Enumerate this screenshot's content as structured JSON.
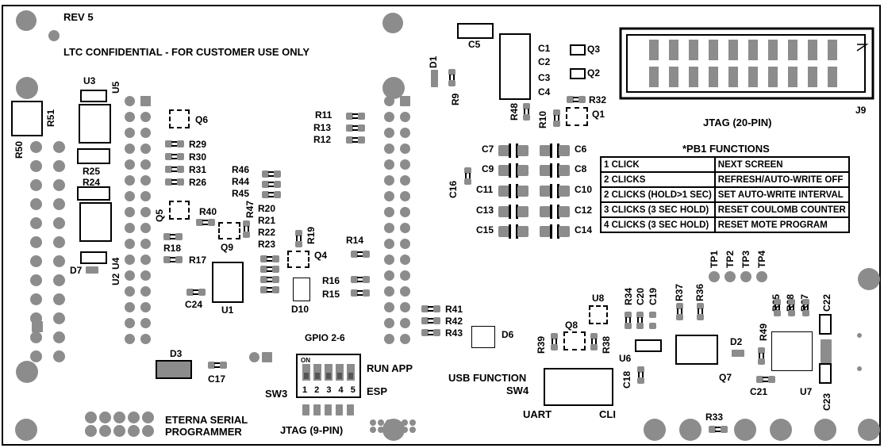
{
  "board": {
    "rev": "REV 5",
    "confidential": "LTC CONFIDENTIAL - FOR CUSTOMER USE ONLY"
  },
  "labels": {
    "u3": "U3",
    "u5": "U5",
    "r51": "R51",
    "r50": "R50",
    "r25": "R25",
    "r24": "R24",
    "u4": "U4",
    "u2": "U2",
    "d7": "D7",
    "q6": "Q6",
    "r29": "R29",
    "r30": "R30",
    "r31": "R31",
    "r26": "R26",
    "q5": "Q5",
    "r40": "R40",
    "r47": "R47",
    "q9": "Q9",
    "r18": "R18",
    "r17": "R17",
    "c24": "C24",
    "u1": "U1",
    "d3": "D3",
    "c17": "C17",
    "r46": "R46",
    "r44": "R44",
    "r45": "R45",
    "r20": "R20",
    "r21": "R21",
    "r22": "R22",
    "r23": "R23",
    "r19": "R19",
    "q4": "Q4",
    "d10": "D10",
    "r11": "R11",
    "r13": "R13",
    "r12": "R12",
    "r14": "R14",
    "r16": "R16",
    "r15": "R15",
    "c5": "C5",
    "d1": "D1",
    "r9": "R9",
    "c1": "C1",
    "c2": "C2",
    "c3": "C3",
    "c4": "C4",
    "q3": "Q3",
    "q2": "Q2",
    "r32": "R32",
    "q1": "Q1",
    "r48": "R48",
    "r10": "R10",
    "j9": "J9",
    "jtag20": "JTAG (20-PIN)",
    "c7": "C7",
    "c6": "C6",
    "c9": "C9",
    "c8": "C8",
    "c16": "C16",
    "c11": "C11",
    "c10": "C10",
    "c13": "C13",
    "c12": "C12",
    "c15": "C15",
    "c14": "C14",
    "r41": "R41",
    "r42": "R42",
    "r43": "R43",
    "d6": "D6",
    "u8": "U8",
    "q8": "Q8",
    "r39": "R39",
    "r38": "R38",
    "r34": "R34",
    "c20": "C20",
    "c19": "C19",
    "r37": "R37",
    "r36": "R36",
    "u6": "U6",
    "c18": "C18",
    "q7": "Q7",
    "d2": "D2",
    "r49": "R49",
    "c21": "C21",
    "r35": "R35",
    "r28": "R28",
    "r27": "R27",
    "c22": "C22",
    "u7": "U7",
    "c23": "C23",
    "tp1": "TP1",
    "tp2": "TP2",
    "tp3": "TP3",
    "tp4": "TP4",
    "r33": "R33",
    "gpio": "GPIO 2-6",
    "run_app": "RUN APP",
    "esp": "ESP",
    "sw3": "SW3",
    "jtag9": "JTAG (9-PIN)",
    "usb_function": "USB FUNCTION",
    "sw4": "SW4",
    "uart": "UART",
    "cli": "CLI",
    "eterna1": "ETERNA SERIAL",
    "eterna2": "PROGRAMMER"
  },
  "dip": {
    "on": "ON",
    "numbers": "1 2 3 4 5"
  },
  "pb1": {
    "title": "*PB1 FUNCTIONS",
    "rows": [
      {
        "action": "1 CLICK",
        "function": "NEXT SCREEN"
      },
      {
        "action": "2 CLICKS",
        "function": "REFRESH/AUTO-WRITE OFF"
      },
      {
        "action": "2 CLICKS (HOLD>1 SEC)",
        "function": "SET AUTO-WRITE INTERVAL"
      },
      {
        "action": "3 CLICKS (3 SEC HOLD)",
        "function": "RESET COULOMB COUNTER"
      },
      {
        "action": "4 CLICKS (3 SEC HOLD)",
        "function": "RESET MOTE PROGRAM"
      }
    ]
  }
}
